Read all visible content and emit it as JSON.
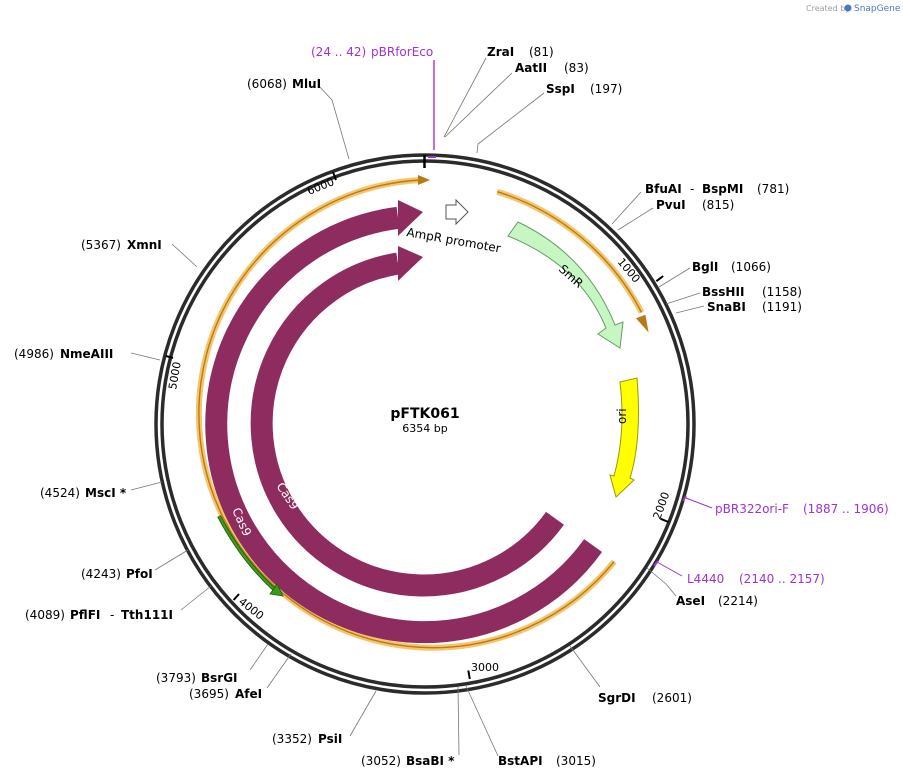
{
  "credit": {
    "created_by": "Created by",
    "brand": "SnapGene"
  },
  "plasmid": {
    "name": "pFTK061",
    "length": "6354 bp"
  },
  "ticks": [
    "1000",
    "2000",
    "3000",
    "4000",
    "5000",
    "6000"
  ],
  "features": {
    "ampr_promoter": "AmpR promoter",
    "smr": "SmR",
    "ori": "ori",
    "cas9_outer": "Cas9",
    "cas9_inner": "Cas9"
  },
  "primers": {
    "pbrforeco": {
      "range": "(24 .. 42)",
      "name": "pBRforEco"
    },
    "pbr322ori": {
      "name": "pBR322ori-F",
      "range": "(1887 .. 1906)"
    },
    "l4440": {
      "name": "L4440",
      "range": "(2140 .. 2157)"
    }
  },
  "sites": {
    "zrai": {
      "name": "ZraI",
      "pos": "(81)"
    },
    "aatii": {
      "name": "AatII",
      "pos": "(83)"
    },
    "sspi": {
      "name": "SspI",
      "pos": "(197)"
    },
    "bfuai": {
      "name": "BfuAI",
      "sep": "-",
      "name2": "BspMI",
      "pos": "(781)"
    },
    "pvui": {
      "name": "PvuI",
      "pos": "(815)"
    },
    "bgli": {
      "name": "BglI",
      "pos": "(1066)"
    },
    "bsshii": {
      "name": "BssHII",
      "pos": "(1158)"
    },
    "snabi": {
      "name": "SnaBI",
      "pos": "(1191)"
    },
    "asei": {
      "name": "AseI",
      "pos": "(2214)"
    },
    "sgrdi": {
      "name": "SgrDI",
      "pos": "(2601)"
    },
    "bstapi": {
      "name": "BstAPI",
      "pos": "(3015)"
    },
    "bsabi": {
      "name": "BsaBI *",
      "pos": "(3052)"
    },
    "psii": {
      "name": "PsiI",
      "pos": "(3352)"
    },
    "afei": {
      "name": "AfeI",
      "pos": "(3695)"
    },
    "bsrgi": {
      "name": "BsrGI",
      "pos": "(3793)"
    },
    "pflfi": {
      "name": "PflFI",
      "sep": "-",
      "name2": "Tth111I",
      "pos": "(4089)"
    },
    "pfoi": {
      "name": "PfoI",
      "pos": "(4243)"
    },
    "msci": {
      "name": "MscI *",
      "pos": "(4524)"
    },
    "nmeaiii": {
      "name": "NmeAIII",
      "pos": "(4986)"
    },
    "xmni": {
      "name": "XmnI",
      "pos": "(5367)"
    },
    "mlui": {
      "name": "MluI",
      "pos": "(6068)"
    }
  },
  "colors": {
    "backbone": "#2b2b2b",
    "cas9": "#8e2b5f",
    "smr": "#c6f7c3",
    "ori": "#ffff00",
    "primer": "#a032d0",
    "orange_highlight": "#f5c56b",
    "orange_line": "#b87a18",
    "green_arrow": "#3a9a1a"
  }
}
